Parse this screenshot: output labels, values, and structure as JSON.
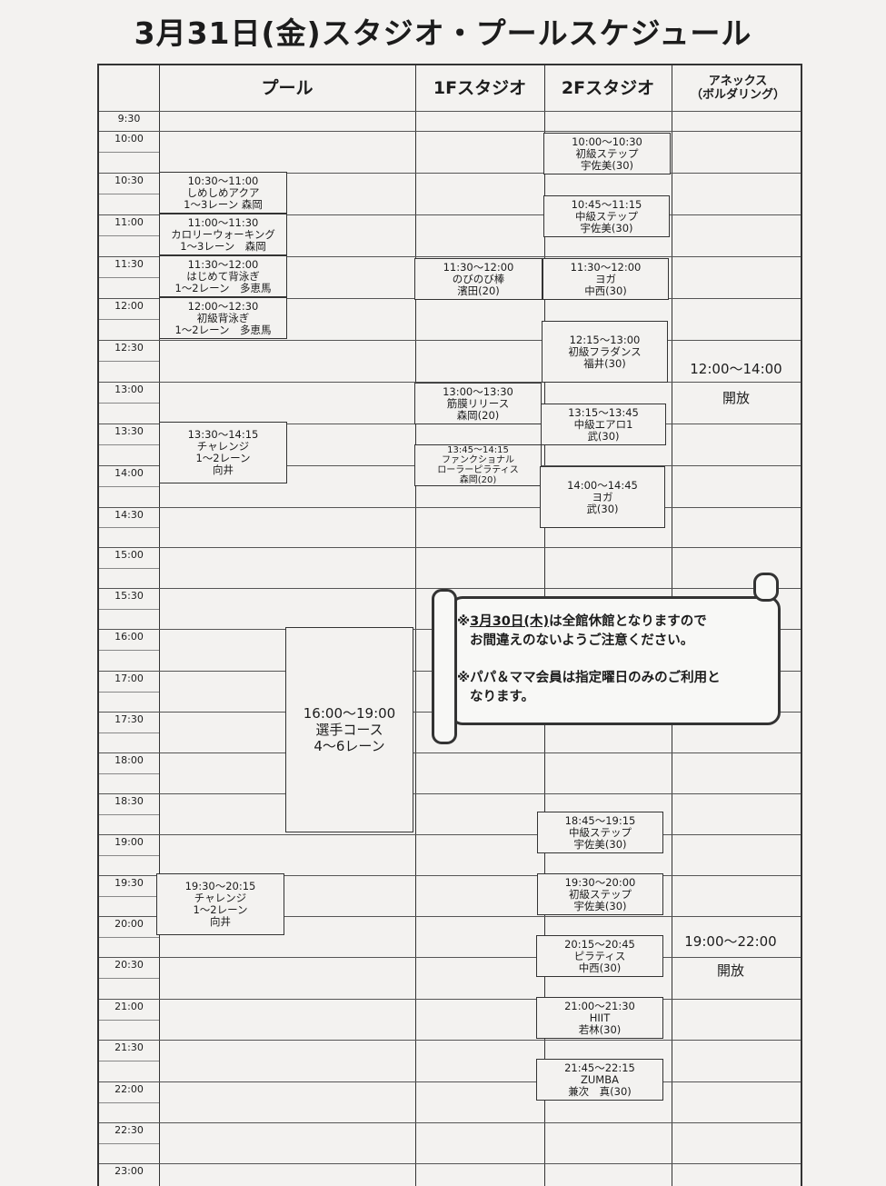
{
  "title": "3月31日(金)スタジオ・プールスケジュール",
  "columns": [
    "プール",
    "1Fスタジオ",
    "2Fスタジオ",
    "アネックス\n（ボルダリング）"
  ],
  "annex_line1": "アネックス",
  "annex_line2": "（ボルダリング）",
  "times": [
    "9:30",
    "10:00",
    "10:30",
    "11:00",
    "11:30",
    "12:00",
    "12:30",
    "13:00",
    "13:30",
    "14:00",
    "14:30",
    "15:00",
    "15:30",
    "16:00",
    "17:00",
    "17:30",
    "18:00",
    "18:30",
    "19:00",
    "19:30",
    "20:00",
    "20:30",
    "21:00",
    "21:30",
    "22:00",
    "22:30",
    "23:00"
  ],
  "pool": [
    {
      "time": "10:30～11:00",
      "name": "しめしめアクア",
      "detail": "1～3レーン 森岡"
    },
    {
      "time": "11:00～11:30",
      "name": "カロリーウォーキング",
      "detail": "1～3レーン　森岡"
    },
    {
      "time": "11:30～12:00",
      "name": "はじめて背泳ぎ",
      "detail": "1～2レーン　多恵馬"
    },
    {
      "time": "12:00～12:30",
      "name": "初級背泳ぎ",
      "detail": "1～2レーン　多恵馬"
    },
    {
      "time": "13:30～14:15",
      "name": "チャレンジ",
      "detail": "1～2レーン",
      "instructor": "向井"
    },
    {
      "time": "16:00～19:00",
      "name": "選手コース",
      "detail": "4～6レーン"
    },
    {
      "time": "19:30～20:15",
      "name": "チャレンジ",
      "detail": "1～2レーン",
      "instructor": "向井"
    }
  ],
  "studio1f": [
    {
      "time": "11:30～12:00",
      "name": "のびのび棒",
      "detail": "濱田(20)"
    },
    {
      "time": "13:00～13:30",
      "name": "筋膜リリース",
      "detail": "森岡(20)"
    },
    {
      "time": "13:45～14:15",
      "name": "ファンクショナル",
      "detail": "ローラーピラティス",
      "instructor": "森岡(20)"
    }
  ],
  "studio2f": [
    {
      "time": "10:00～10:30",
      "name": "初級ステップ",
      "detail": "宇佐美(30)"
    },
    {
      "time": "10:45～11:15",
      "name": "中級ステップ",
      "detail": "宇佐美(30)"
    },
    {
      "time": "11:30～12:00",
      "name": "ヨガ",
      "detail": "中西(30)"
    },
    {
      "time": "12:15～13:00",
      "name": "初級フラダンス",
      "detail": "福井(30)"
    },
    {
      "time": "13:15～13:45",
      "name": "中級エアロ1",
      "detail": "武(30)"
    },
    {
      "time": "14:00～14:45",
      "name": "ヨガ",
      "detail": "武(30)"
    },
    {
      "time": "18:45～19:15",
      "name": "中級ステップ",
      "detail": "宇佐美(30)"
    },
    {
      "time": "19:30～20:00",
      "name": "初級ステップ",
      "detail": "宇佐美(30)"
    },
    {
      "time": "20:15～20:45",
      "name": "ピラティス",
      "detail": "中西(30)"
    },
    {
      "time": "21:00～21:30",
      "name": "HIIT",
      "detail": "若林(30)"
    },
    {
      "time": "21:45～22:15",
      "name": "ZUMBA",
      "detail": "兼次　真(30)"
    }
  ],
  "annex": [
    {
      "time": "12:00～14:00",
      "label": "開放"
    },
    {
      "time": "19:00～22:00",
      "label": "開放"
    }
  ],
  "notice": {
    "line1_prefix": "※",
    "line1_underlined": "3月30日(木)",
    "line1_suffix": "は全館休館となりますので",
    "line2": "お間違えのないようご注意ください。",
    "line3": "※パパ＆ママ会員は指定曜日のみのご利用と",
    "line4": "なります。"
  }
}
